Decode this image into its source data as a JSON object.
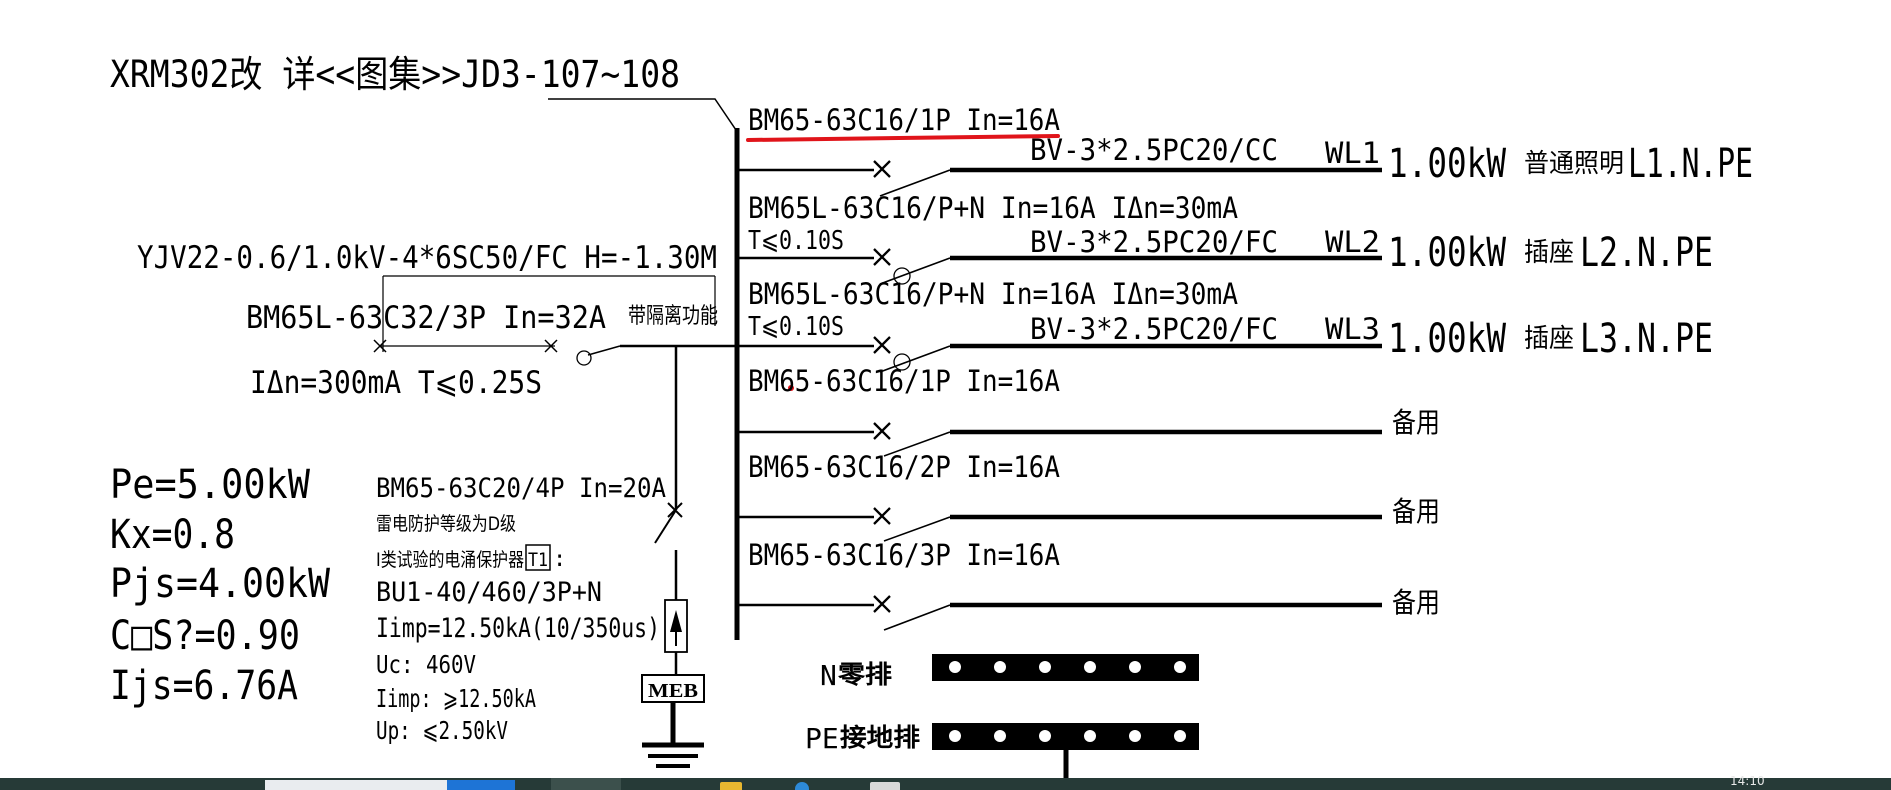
{
  "header": {
    "title": "XRM302改 详<<图集>>JD3-107~108"
  },
  "incoming": {
    "cable": "YJV22-0.6/1.0kV-4*6SC50/FC H=-1.30M",
    "breaker": "BM65L-63C32/3P In=32A",
    "isolation_note": "带隔离功能",
    "leakage": "IΔn=300mA  T⩽0.25S"
  },
  "parameters": [
    "Pe=5.00kW",
    "Kx=0.8",
    "Pjs=4.00kW",
    "C□S?=0.90",
    "Ijs=6.76A"
  ],
  "spd": {
    "breaker": "BM65-63C20/4P In=20A",
    "protection_level": "雷电防护等级为D级",
    "test_class_prefix": "Ⅰ类试验的电涌保护器",
    "test_class_box": "T1",
    "test_class_suffix": ":",
    "lines": [
      "BU1-40/460/3P+N",
      "Iimp=12.50kA(10/350us)",
      "Uc: 460V",
      "Iimp: ⩾12.50kA",
      "Up: ⩽2.50kV"
    ],
    "meb": "MEB"
  },
  "circuits": [
    {
      "breaker": "BM65-63C16/1P In=16A",
      "cable": "BV-3*2.5PC20/CC",
      "id": "WL1",
      "power": "1.00kW",
      "use": "普通照明",
      "phase": "L1.N.PE"
    },
    {
      "breaker": "BM65L-63C16/P+N In=16A IΔn=30mA",
      "time": "T⩽0.10S",
      "cable": "BV-3*2.5PC20/FC",
      "id": "WL2",
      "power": "1.00kW",
      "use": "插座",
      "phase": "L2.N.PE"
    },
    {
      "breaker": "BM65L-63C16/P+N In=16A IΔn=30mA",
      "time": "T⩽0.10S",
      "cable": "BV-3*2.5PC20/FC",
      "id": "WL3",
      "power": "1.00kW",
      "use": "插座",
      "phase": "L3.N.PE"
    }
  ],
  "spares": [
    {
      "breaker": "BM65-63C16/1P In=16A",
      "label": "备用"
    },
    {
      "breaker": "BM65-63C16/2P In=16A",
      "label": "备用"
    },
    {
      "breaker": "BM65-63C16/3P In=16A",
      "label": "备用"
    }
  ],
  "bars": {
    "n_prefix": "N",
    "n_label": "零排",
    "pe_prefix": "PE",
    "pe_label": "接地排"
  },
  "taskbar": {
    "clock": "14:10"
  },
  "colors": {
    "annotation_red": "#e0141a",
    "taskbar": "#263a37",
    "taskbar_accent": "#1e74d6"
  }
}
